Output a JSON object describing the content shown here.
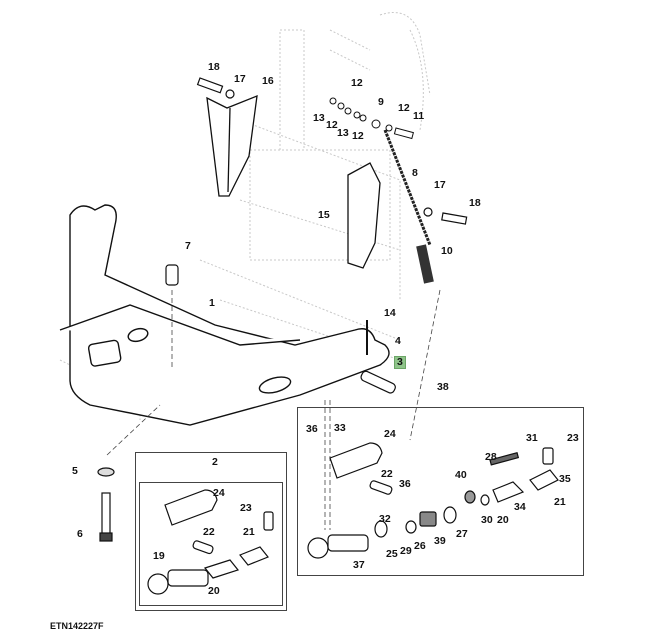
{
  "figure": {
    "id_label": "ETN142227F",
    "highlight_color": "#8fc48a",
    "callouts": [
      {
        "key": "c18a",
        "label": "18"
      },
      {
        "key": "c17a",
        "label": "17"
      },
      {
        "key": "c16",
        "label": "16"
      },
      {
        "key": "c12a",
        "label": "12"
      },
      {
        "key": "c9",
        "label": "9"
      },
      {
        "key": "c12b",
        "label": "12"
      },
      {
        "key": "c11",
        "label": "11"
      },
      {
        "key": "c13a",
        "label": "13"
      },
      {
        "key": "c12c",
        "label": "12"
      },
      {
        "key": "c13b",
        "label": "13"
      },
      {
        "key": "c12d",
        "label": "12"
      },
      {
        "key": "c8",
        "label": "8"
      },
      {
        "key": "c17b",
        "label": "17"
      },
      {
        "key": "c18b",
        "label": "18"
      },
      {
        "key": "c15",
        "label": "15"
      },
      {
        "key": "c10",
        "label": "10"
      },
      {
        "key": "c7",
        "label": "7"
      },
      {
        "key": "c1",
        "label": "1"
      },
      {
        "key": "c14",
        "label": "14"
      },
      {
        "key": "c4",
        "label": "4"
      },
      {
        "key": "c3",
        "label": "3",
        "highlighted": true
      },
      {
        "key": "c38",
        "label": "38"
      },
      {
        "key": "c5",
        "label": "5"
      },
      {
        "key": "c6",
        "label": "6"
      },
      {
        "key": "c2",
        "label": "2"
      },
      {
        "key": "c24a",
        "label": "24"
      },
      {
        "key": "c23a",
        "label": "23"
      },
      {
        "key": "c22a",
        "label": "22"
      },
      {
        "key": "c21a",
        "label": "21"
      },
      {
        "key": "c19",
        "label": "19"
      },
      {
        "key": "c20a",
        "label": "20"
      },
      {
        "key": "c36a",
        "label": "36"
      },
      {
        "key": "c33",
        "label": "33"
      },
      {
        "key": "c24b",
        "label": "24"
      },
      {
        "key": "c22b",
        "label": "22"
      },
      {
        "key": "c36b",
        "label": "36"
      },
      {
        "key": "c32",
        "label": "32"
      },
      {
        "key": "c37",
        "label": "37"
      },
      {
        "key": "c25",
        "label": "25"
      },
      {
        "key": "c29",
        "label": "29"
      },
      {
        "key": "c26",
        "label": "26"
      },
      {
        "key": "c39",
        "label": "39"
      },
      {
        "key": "c27",
        "label": "27"
      },
      {
        "key": "c40",
        "label": "40"
      },
      {
        "key": "c30",
        "label": "30"
      },
      {
        "key": "c20b",
        "label": "20"
      },
      {
        "key": "c34",
        "label": "34"
      },
      {
        "key": "c28",
        "label": "28"
      },
      {
        "key": "c31",
        "label": "31"
      },
      {
        "key": "c23b",
        "label": "23"
      },
      {
        "key": "c35",
        "label": "35"
      },
      {
        "key": "c21b",
        "label": "21"
      }
    ]
  }
}
